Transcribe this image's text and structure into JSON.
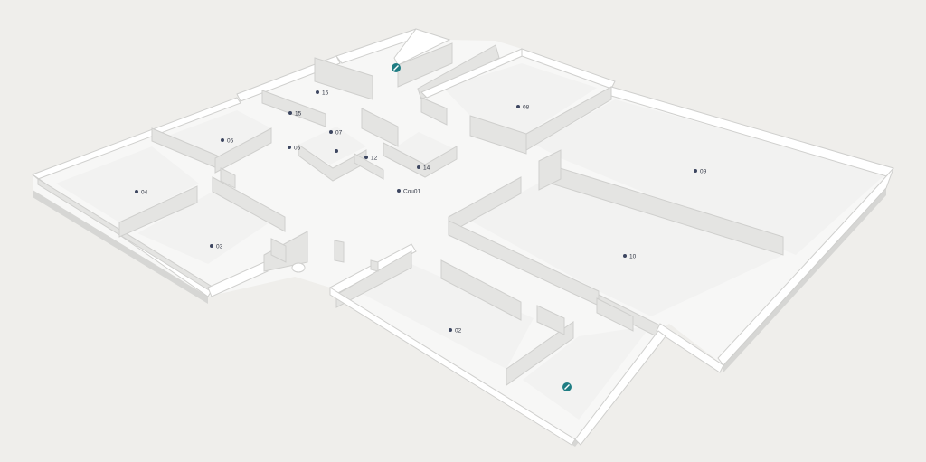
{
  "map": {
    "rooms": [
      {
        "id": "r16",
        "label": "16"
      },
      {
        "id": "r15",
        "label": "15"
      },
      {
        "id": "r05",
        "label": "05"
      },
      {
        "id": "r07",
        "label": "07"
      },
      {
        "id": "r06",
        "label": "06"
      },
      {
        "id": "r12",
        "label": "12"
      },
      {
        "id": "r14",
        "label": "14"
      },
      {
        "id": "cou01",
        "label": "Cou01"
      },
      {
        "id": "r04",
        "label": "04"
      },
      {
        "id": "r03",
        "label": "03"
      },
      {
        "id": "r08",
        "label": "08"
      },
      {
        "id": "r09",
        "label": "09"
      },
      {
        "id": "r10",
        "label": "10"
      },
      {
        "id": "r02",
        "label": "02"
      }
    ],
    "markers": [
      {
        "id": "entrance-top",
        "icon": "pencil-marker-icon",
        "color": "#1f7d83"
      },
      {
        "id": "entrance-bottom",
        "icon": "pencil-marker-icon",
        "color": "#1f7d83"
      }
    ],
    "colors": {
      "background": "#efeeeb",
      "wall": "#ffffff",
      "marker": "#1f7d83",
      "pin": "#3d4660"
    }
  }
}
